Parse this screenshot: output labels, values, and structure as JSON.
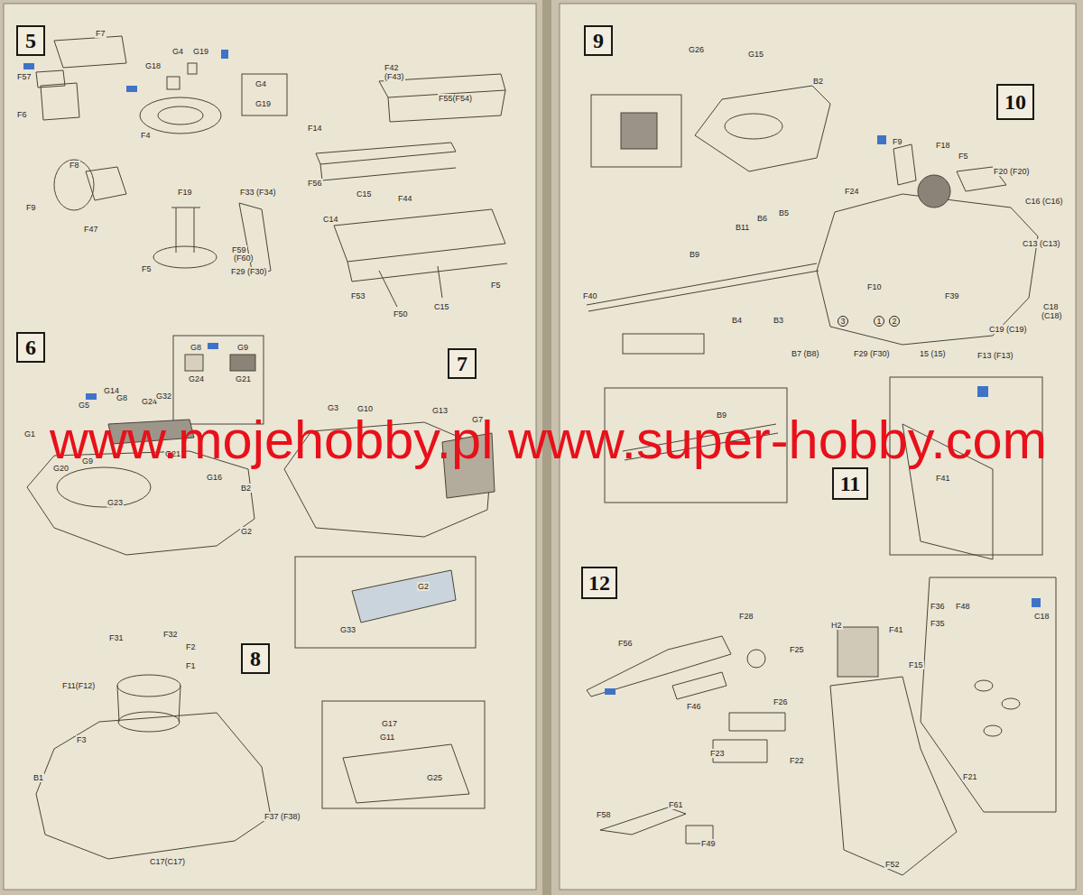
{
  "diagram": {
    "nodes": [
      {
        "text": [
          "5"
        ]
      },
      {
        "text": [
          "6"
        ]
      },
      {
        "text": [
          "7"
        ]
      },
      {
        "text": [
          "8"
        ]
      },
      {
        "text": [
          "9"
        ]
      },
      {
        "text": [
          "10"
        ]
      },
      {
        "text": [
          "11"
        ]
      },
      {
        "text": [
          "12"
        ]
      }
    ],
    "labels": [
      "F7",
      "F57",
      "F6",
      "G18",
      "G4",
      "G19",
      "G4",
      "G19",
      "F4",
      "F42",
      "(F43)",
      "F55(F54)",
      "F14",
      "F56",
      "F8",
      "F9",
      "F47",
      "F19",
      "F33 (F34)",
      "F59",
      "(F60)",
      "F5",
      "F29 (F30)",
      "F44",
      "C15",
      "C14",
      "F53",
      "F50",
      "C15",
      "F5",
      "G8",
      "G9",
      "G24",
      "G21",
      "G14",
      "G5",
      "G8",
      "G24",
      "G32",
      "G1",
      "G20",
      "G9",
      "G21",
      "G16",
      "G23",
      "B2",
      "G2",
      "G3",
      "G10",
      "G13",
      "G7",
      "G2",
      "G33",
      "F31",
      "F32",
      "F2",
      "F1",
      "F11(F12)",
      "F3",
      "B1",
      "C17(C17)",
      "F37 (F38)",
      "G17",
      "G11",
      "G25",
      "G26",
      "G15",
      "B2",
      "F9",
      "F18",
      "F5",
      "F20 (F20)",
      "F24",
      "C16 (C16)",
      "B11",
      "B6",
      "B5",
      "C13 (C13)",
      "B9",
      "F40",
      "F10",
      "F39",
      "B4",
      "B3",
      "B7 (B8)",
      "C18",
      "(C18)",
      "C19 (C19)",
      "3",
      "1",
      "2",
      "F29 (F30)",
      "15 (15)",
      "F13 (F13)",
      "B9",
      "F41",
      "F56",
      "F28",
      "F25",
      "F46",
      "F26",
      "F23",
      "F22",
      "F61",
      "F58",
      "F49",
      "H2",
      "F36",
      "F48",
      "C18",
      "F35",
      "F41",
      "F15",
      "F21",
      "F52",
      "www.mojehobby.pl www.super-hobby.com"
    ]
  }
}
